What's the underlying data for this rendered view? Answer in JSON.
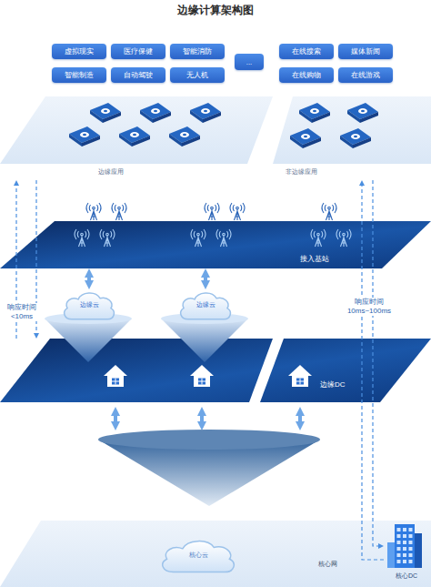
{
  "diagram": {
    "title": "边缘计算架构图",
    "nodes": [
      {
        "text": [
          "虚拟现实"
        ]
      },
      {
        "text": [
          "医疗保健"
        ]
      },
      {
        "text": [
          "智能消防"
        ]
      },
      {
        "text": [
          "..."
        ]
      },
      {
        "text": [
          "在线搜索"
        ]
      },
      {
        "text": [
          "媒体新闻"
        ]
      },
      {
        "text": [
          "智能制造"
        ]
      },
      {
        "text": [
          "自动驾驶"
        ]
      },
      {
        "text": [
          "无人机"
        ]
      },
      {
        "text": [
          "在线购物"
        ]
      },
      {
        "text": [
          "在线游戏"
        ]
      },
      {
        "text": [
          "边缘应用"
        ]
      },
      {
        "text": [
          "非边缘应用"
        ]
      },
      {
        "text": [
          "接入基站"
        ]
      },
      {
        "text": [
          "边缘云"
        ]
      },
      {
        "text": [
          "边缘云"
        ]
      },
      {
        "text": [
          "边缘DC"
        ]
      },
      {
        "text": [
          "核心网"
        ]
      },
      {
        "text": [
          "核心云"
        ],
        "in": 17
      },
      {
        "text": [
          "核心DC"
        ]
      }
    ],
    "edges": [
      {
        "from": 13,
        "to": 14,
        "arrow": "both"
      },
      {
        "from": 13,
        "to": 15,
        "arrow": "both"
      },
      {
        "from": 11,
        "to": 16,
        "arrow": "to"
      },
      {
        "from": 16,
        "to": 11,
        "arrow": "to"
      },
      {
        "from": 12,
        "to": 19,
        "arrow": "to"
      },
      {
        "from": 19,
        "to": 12,
        "arrow": "to"
      }
    ],
    "labels": [
      "响应时间 <10ms",
      "响应时间 10ms~100ms"
    ]
  }
}
